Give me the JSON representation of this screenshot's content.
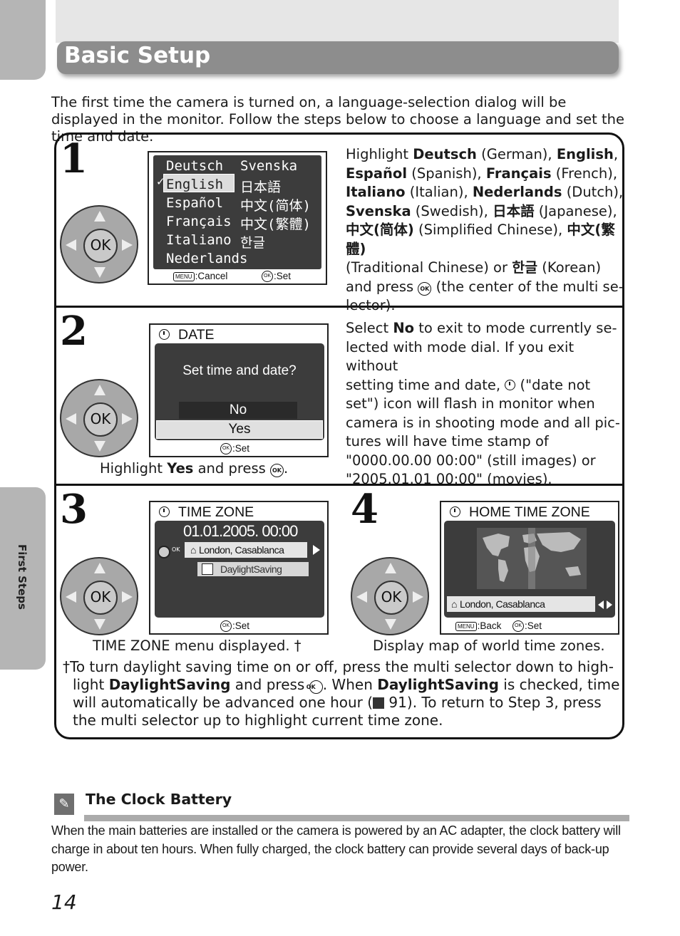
{
  "header": {
    "title": "Basic Setup"
  },
  "side_tab": {
    "label": "First Steps"
  },
  "intro": "The first time the camera is turned on, a language-selection dialog will be displayed in the monitor. Follow the steps below to choose a language and set the time and date.",
  "dial": {
    "ok_label": "OK"
  },
  "steps": {
    "s1": {
      "number": "1",
      "languages_left": [
        "Deutsch",
        "English",
        "Español",
        "Français",
        "Italiano",
        "Nederlands"
      ],
      "languages_right": [
        "Svenska",
        "日本語",
        "中文(简体)",
        "中文(繁體)",
        "한글"
      ],
      "check_mark": "✓",
      "hint_menu": ":Cancel",
      "hint_ok": ":Set",
      "text": [
        [
          "Highlight ",
          ""
        ],
        [
          "Deutsch",
          "b"
        ],
        [
          " (German), ",
          ""
        ],
        [
          "English",
          "b"
        ],
        [
          ",",
          ""
        ],
        [
          "\n",
          ""
        ],
        [
          "Español",
          "b"
        ],
        [
          " (Spanish), ",
          ""
        ],
        [
          "Français",
          "b"
        ],
        [
          " (French),",
          ""
        ],
        [
          "\n",
          ""
        ],
        [
          "Italiano",
          "b"
        ],
        [
          " (Italian), ",
          ""
        ],
        [
          "Nederlands",
          "b"
        ],
        [
          " (Dutch),",
          ""
        ],
        [
          "\n",
          ""
        ],
        [
          "Svenska",
          "b"
        ],
        [
          " (Swedish), ",
          ""
        ],
        [
          "日本語",
          "b"
        ],
        [
          " (Japanese),",
          ""
        ],
        [
          "\n",
          ""
        ],
        [
          "中文(简体)",
          "b"
        ],
        [
          " (Simplified Chinese), ",
          ""
        ],
        [
          "中文(繁體)",
          "b"
        ],
        [
          "\n",
          ""
        ],
        [
          "(Traditional Chinese) or ",
          ""
        ],
        [
          "한글",
          "b"
        ],
        [
          " (Korean)",
          ""
        ],
        [
          "\n",
          ""
        ],
        [
          "and press ",
          ""
        ],
        [
          "OK",
          "ok"
        ],
        [
          " (the center of the multi se-",
          ""
        ],
        [
          "\n",
          ""
        ],
        [
          "lector).",
          ""
        ]
      ]
    },
    "s2": {
      "number": "2",
      "screen_title": "DATE",
      "question": "Set time and date?",
      "option_no": "No",
      "option_yes": "Yes",
      "hint_ok": ":Set",
      "caption": [
        [
          "Highlight ",
          ""
        ],
        [
          "Yes",
          "b"
        ],
        [
          " and press ",
          ""
        ],
        [
          "OK",
          "ok"
        ],
        [
          ".",
          ""
        ]
      ],
      "text": [
        [
          "Select ",
          ""
        ],
        [
          "No",
          "b"
        ],
        [
          " to exit to mode currently se-",
          ""
        ],
        [
          "\n",
          ""
        ],
        [
          "lected with mode dial. If you exit without",
          ""
        ],
        [
          "\n",
          ""
        ],
        [
          "setting time and date, ",
          ""
        ],
        [
          "clock",
          "clock"
        ],
        [
          " (\"date not",
          ""
        ],
        [
          "\n",
          ""
        ],
        [
          "set\") icon will flash in monitor when",
          ""
        ],
        [
          "\n",
          ""
        ],
        [
          "camera is in shooting mode and all pic-",
          ""
        ],
        [
          "\n",
          ""
        ],
        [
          "tures will have time stamp of",
          ""
        ],
        [
          "\n",
          ""
        ],
        [
          "\"0000.00.00 00:00\" (still images) or",
          ""
        ],
        [
          "\n",
          ""
        ],
        [
          "\"2005.01.01 00:00\" (movies).",
          ""
        ]
      ]
    },
    "s3": {
      "number": "3",
      "screen_title": "TIME ZONE",
      "datetime": "01.01.2005. 00:00",
      "ok_small": "OK",
      "zone": "London, Casablanca",
      "daylight": "DaylightSaving",
      "hint_ok": ":Set",
      "caption": "TIME ZONE menu displayed. †"
    },
    "s4": {
      "number": "4",
      "screen_title": "HOME TIME ZONE",
      "zone": "London, Casablanca",
      "hint_menu": ":Back",
      "hint_ok": ":Set",
      "caption": "Display map of world time zones."
    }
  },
  "footnote": [
    [
      "†",
      "mark"
    ],
    [
      "To turn daylight saving time on or off, press the multi selector down to high-",
      ""
    ],
    [
      "\n",
      ""
    ],
    [
      "light ",
      ""
    ],
    [
      "DaylightSaving",
      "b"
    ],
    [
      " and press ",
      ""
    ],
    [
      "OK",
      "ok"
    ],
    [
      ". When ",
      ""
    ],
    [
      "DaylightSaving",
      "b"
    ],
    [
      " is checked, time",
      ""
    ],
    [
      "\n",
      ""
    ],
    [
      "will automatically be advanced one hour (",
      ""
    ],
    [
      "ref",
      "ref"
    ],
    [
      " 91). To return to Step 3, press",
      ""
    ],
    [
      "\n",
      ""
    ],
    [
      "the multi selector up to highlight current time zone.",
      ""
    ]
  ],
  "note": {
    "title": "The Clock Battery",
    "text": "When the main batteries are installed or the camera is powered by an AC adapter, the clock battery will charge in about ten hours. When fully charged, the clock battery can provide several days of back-up power."
  },
  "page_number": "14",
  "icons": {
    "menu": "MENU",
    "ok": "OK"
  }
}
